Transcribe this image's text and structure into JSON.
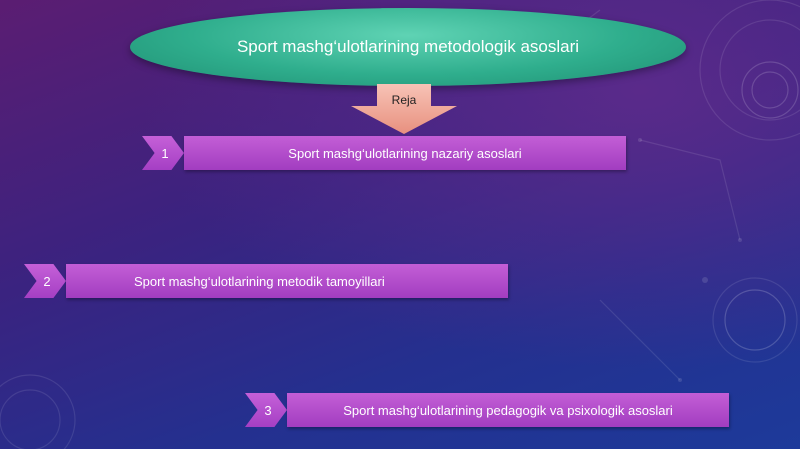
{
  "title": "Sport mashg‘ulotlarining metodologik asoslari",
  "subtitle": "Reja",
  "items": [
    {
      "number": "1",
      "text": "Sport mashg‘ulotlarining nazariy asoslari"
    },
    {
      "number": "2",
      "text": "Sport mashg‘ulotlarining metodik tamoyillari"
    },
    {
      "number": "3",
      "text": "Sport mashg‘ulotlarining pedagogik va psixologik asoslari"
    }
  ],
  "colors": {
    "ellipse": "#2fae8d",
    "bar": "#b14ccb",
    "arrow": "#f0a99a"
  }
}
